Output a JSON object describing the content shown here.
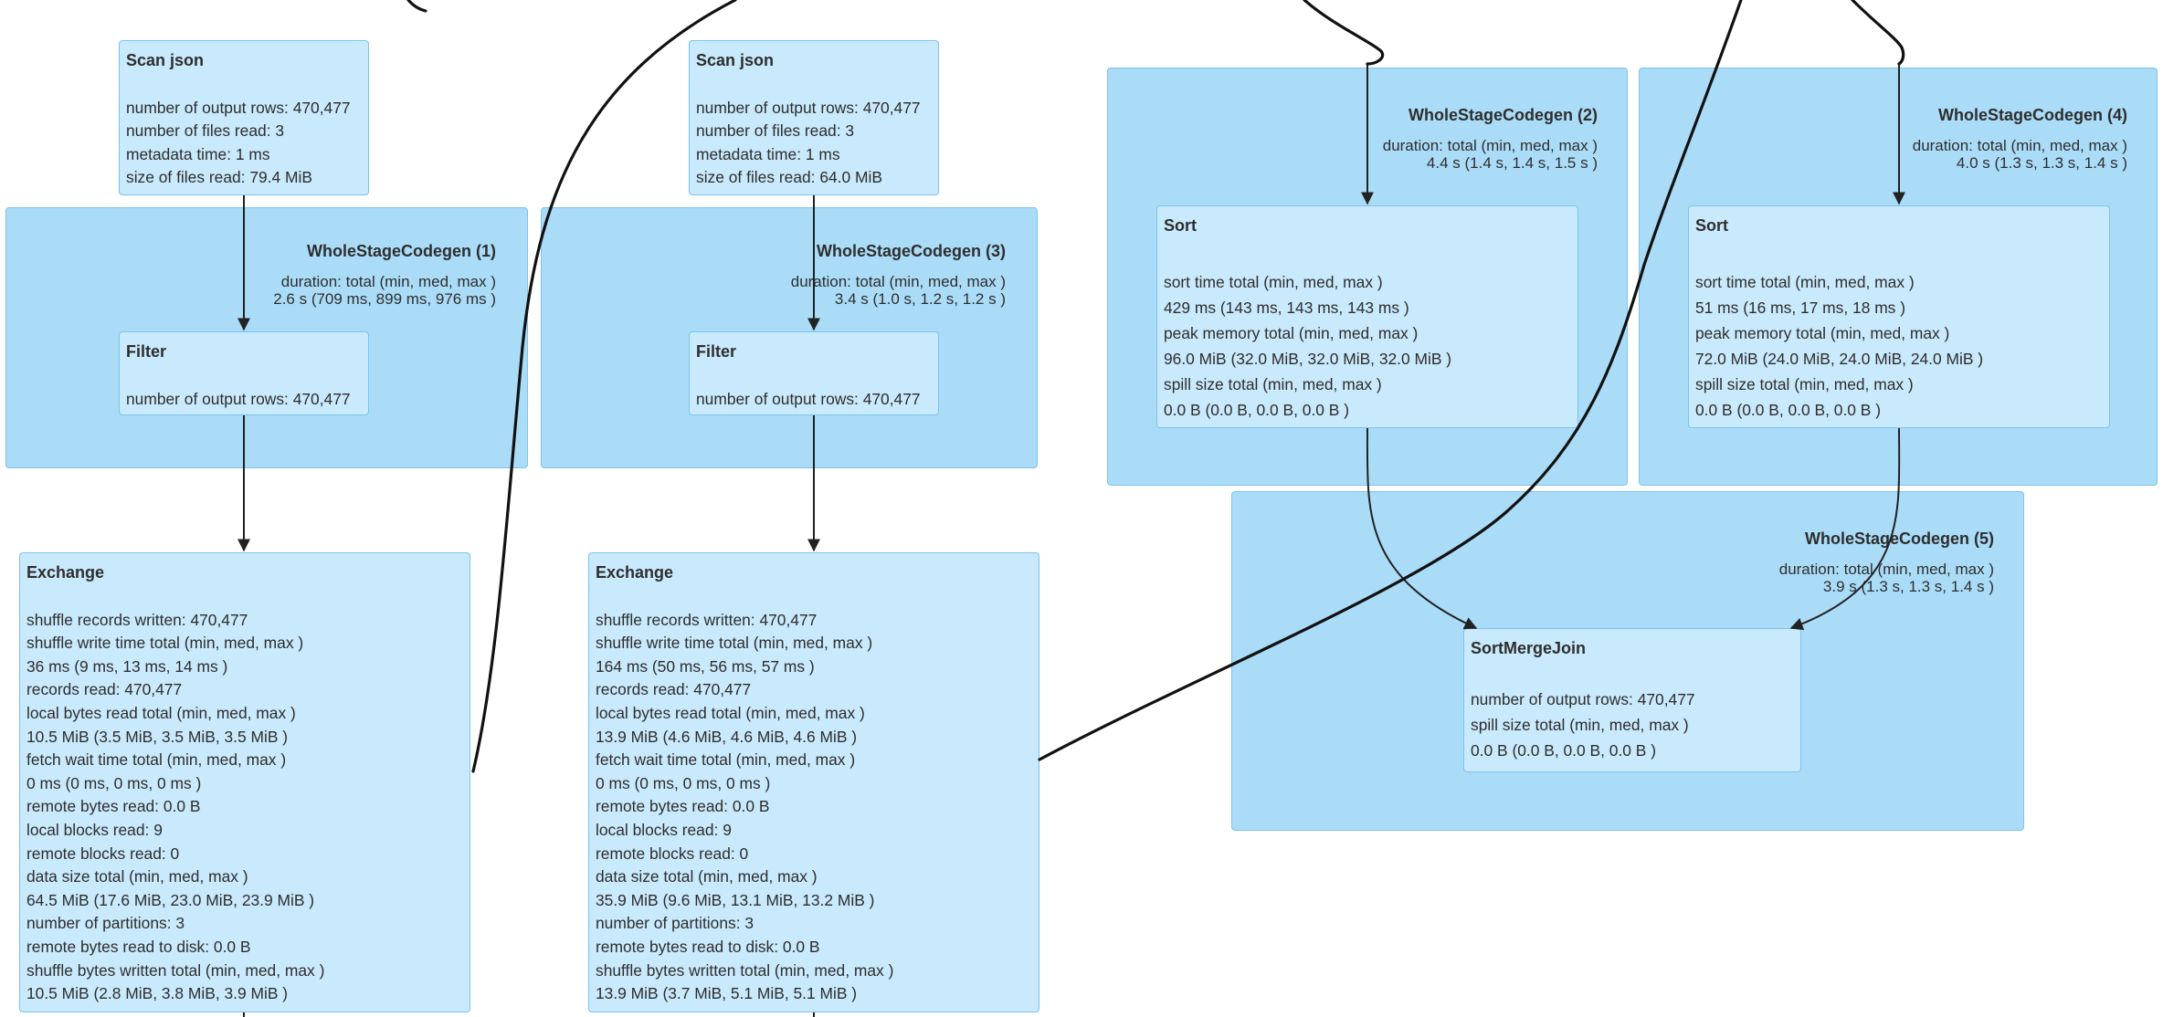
{
  "clusters": {
    "wsc1": {
      "title": "WholeStageCodegen (1)",
      "duration_label": "duration: total (min, med, max )",
      "duration_value": "2.6 s (709 ms, 899 ms, 976 ms )"
    },
    "wsc3": {
      "title": "WholeStageCodegen (3)",
      "duration_label": "duration: total (min, med, max )",
      "duration_value": "3.4 s (1.0 s, 1.2 s, 1.2 s )"
    },
    "wsc2": {
      "title": "WholeStageCodegen (2)",
      "duration_label": "duration: total (min, med, max )",
      "duration_value": "4.4 s (1.4 s, 1.4 s, 1.5 s )"
    },
    "wsc4": {
      "title": "WholeStageCodegen (4)",
      "duration_label": "duration: total (min, med, max )",
      "duration_value": "4.0 s (1.3 s, 1.3 s, 1.4 s )"
    },
    "wsc5": {
      "title": "WholeStageCodegen (5)",
      "duration_label": "duration: total (min, med, max )",
      "duration_value": "3.9 s (1.3 s, 1.3 s, 1.4 s )"
    }
  },
  "nodes": {
    "scan1": {
      "title": "Scan json",
      "metrics": [
        "number of output rows: 470,477",
        "number of files read: 3",
        "metadata time: 1 ms",
        "size of files read: 79.4 MiB"
      ]
    },
    "scan2": {
      "title": "Scan json",
      "metrics": [
        "number of output rows: 470,477",
        "number of files read: 3",
        "metadata time: 1 ms",
        "size of files read: 64.0 MiB"
      ]
    },
    "filter1": {
      "title": "Filter",
      "metrics": [
        "number of output rows: 470,477"
      ]
    },
    "filter2": {
      "title": "Filter",
      "metrics": [
        "number of output rows: 470,477"
      ]
    },
    "exchange1": {
      "title": "Exchange",
      "metrics": [
        "shuffle records written: 470,477",
        "shuffle write time total (min, med, max )",
        "36 ms (9 ms, 13 ms, 14 ms )",
        "records read: 470,477",
        "local bytes read total (min, med, max )",
        "10.5 MiB (3.5 MiB, 3.5 MiB, 3.5 MiB )",
        "fetch wait time total (min, med, max )",
        "0 ms (0 ms, 0 ms, 0 ms )",
        "remote bytes read: 0.0 B",
        "local blocks read: 9",
        "remote blocks read: 0",
        "data size total (min, med, max )",
        "64.5 MiB (17.6 MiB, 23.0 MiB, 23.9 MiB )",
        "number of partitions: 3",
        "remote bytes read to disk: 0.0 B",
        "shuffle bytes written total (min, med, max )",
        "10.5 MiB (2.8 MiB, 3.8 MiB, 3.9 MiB )"
      ]
    },
    "exchange2": {
      "title": "Exchange",
      "metrics": [
        "shuffle records written: 470,477",
        "shuffle write time total (min, med, max )",
        "164 ms (50 ms, 56 ms, 57 ms )",
        "records read: 470,477",
        "local bytes read total (min, med, max )",
        "13.9 MiB (4.6 MiB, 4.6 MiB, 4.6 MiB )",
        "fetch wait time total (min, med, max )",
        "0 ms (0 ms, 0 ms, 0 ms )",
        "remote bytes read: 0.0 B",
        "local blocks read: 9",
        "remote blocks read: 0",
        "data size total (min, med, max )",
        "35.9 MiB (9.6 MiB, 13.1 MiB, 13.2 MiB )",
        "number of partitions: 3",
        "remote bytes read to disk: 0.0 B",
        "shuffle bytes written total (min, med, max )",
        "13.9 MiB (3.7 MiB, 5.1 MiB, 5.1 MiB )"
      ]
    },
    "sort1": {
      "title": "Sort",
      "metrics": [
        "sort time total (min, med, max )",
        "429 ms (143 ms, 143 ms, 143 ms )",
        "peak memory total (min, med, max )",
        "96.0 MiB (32.0 MiB, 32.0 MiB, 32.0 MiB )",
        "spill size total (min, med, max )",
        "0.0 B (0.0 B, 0.0 B, 0.0 B )"
      ]
    },
    "sort2": {
      "title": "Sort",
      "metrics": [
        "sort time total (min, med, max )",
        "51 ms (16 ms, 17 ms, 18 ms )",
        "peak memory total (min, med, max )",
        "72.0 MiB (24.0 MiB, 24.0 MiB, 24.0 MiB )",
        "spill size total (min, med, max )",
        "0.0 B (0.0 B, 0.0 B, 0.0 B )"
      ]
    },
    "smj": {
      "title": "SortMergeJoin",
      "metrics": [
        "number of output rows: 470,477",
        "spill size total (min, med, max )",
        "0.0 B (0.0 B, 0.0 B, 0.0 B )"
      ]
    }
  },
  "colors": {
    "cluster_fill": "#aadcf8",
    "node_fill": "#c9e9fc",
    "border": "#7cc4ee",
    "edge": "#222222"
  }
}
